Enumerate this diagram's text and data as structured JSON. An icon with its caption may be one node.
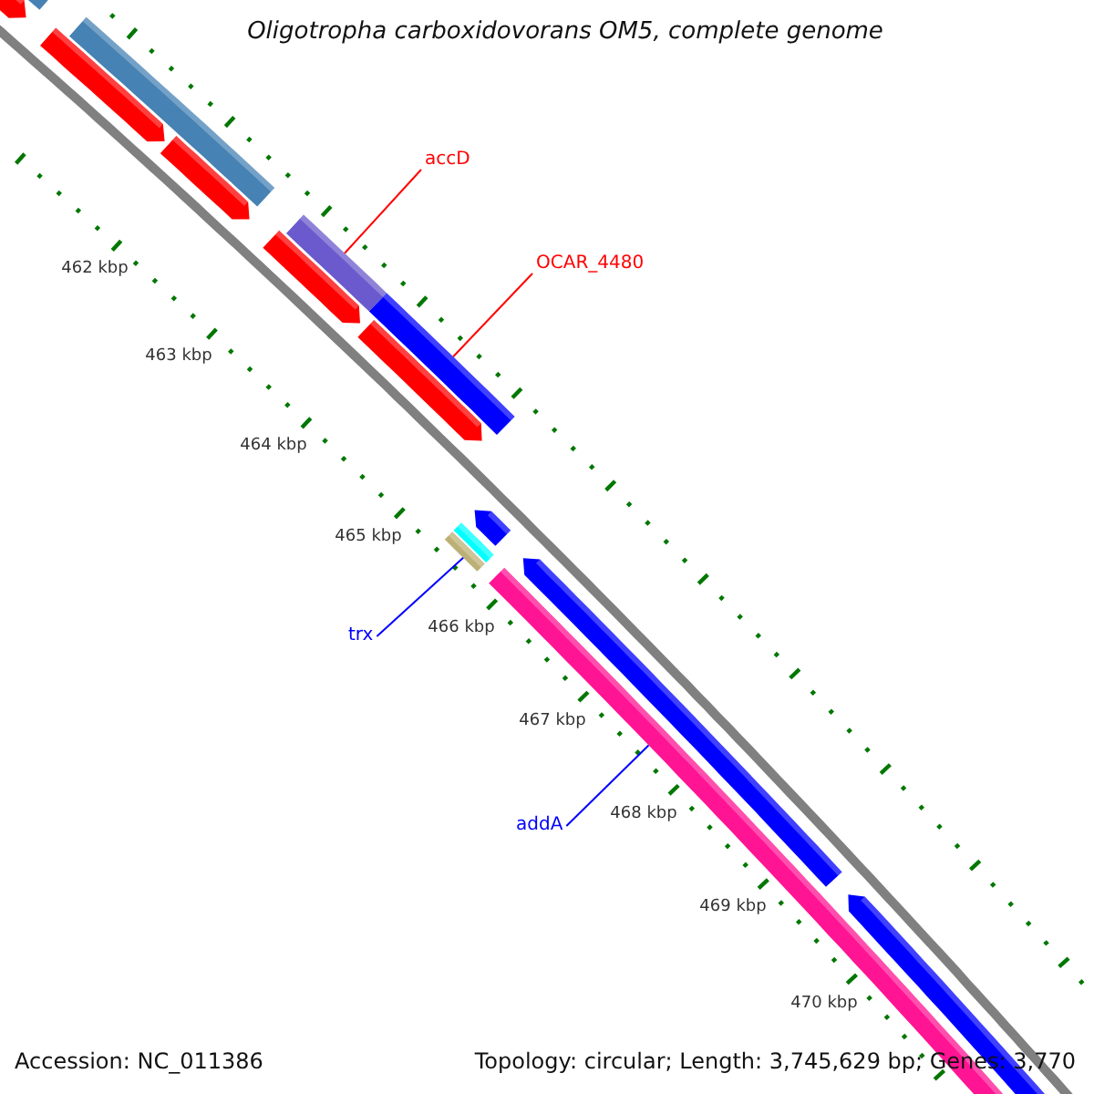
{
  "diagram": {
    "title": "Oligotropha carboxidovorans OM5, complete genome",
    "nodes": [
      {
        "text": [
          "accD"
        ]
      },
      {
        "text": [
          "OCAR_4480"
        ]
      },
      {
        "text": [
          "trx"
        ]
      },
      {
        "text": [
          "addA"
        ]
      },
      {
        "text": [],
        "shape": "bar"
      },
      {
        "text": [],
        "shape": "bar"
      },
      {
        "text": [],
        "shape": "bar"
      },
      {
        "text": [],
        "shape": "bar"
      }
    ],
    "edges": [
      {
        "from": 0,
        "to": 4,
        "arrow": "none",
        "color": "#ff0000"
      },
      {
        "from": 1,
        "to": 5,
        "arrow": "none",
        "color": "#ff0000"
      },
      {
        "from": 2,
        "to": 6,
        "arrow": "none",
        "color": "#0000ff"
      },
      {
        "from": 3,
        "to": 7,
        "arrow": "none",
        "color": "#0000ff"
      }
    ],
    "labels": [
      "462 kbp",
      "463 kbp",
      "464 kbp",
      "465 kbp",
      "466 kbp",
      "467 kbp",
      "468 kbp",
      "469 kbp",
      "470 kbp",
      "Accession: NC_011386",
      "Topology: circular; Length: 3,745,629 bp; Genes: 3,770"
    ]
  }
}
